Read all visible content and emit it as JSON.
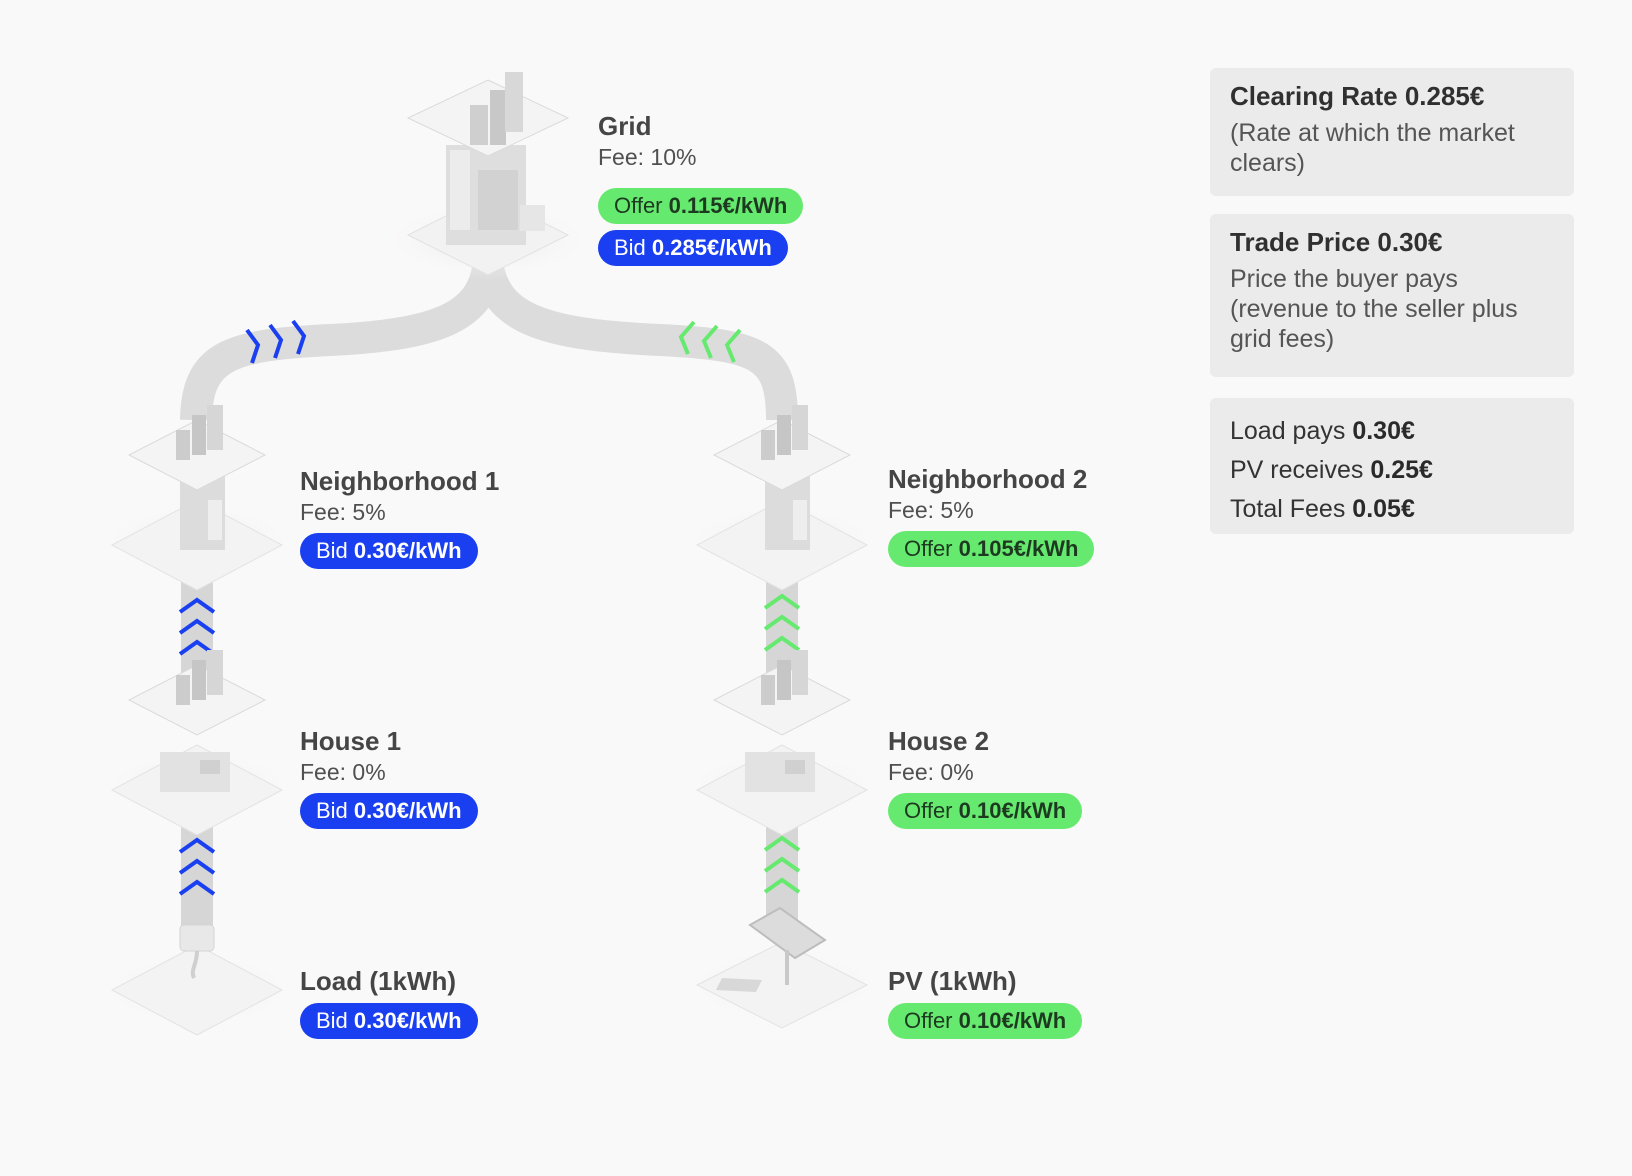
{
  "colors": {
    "offer": "#66e96f",
    "bid": "#1a3ff0",
    "background": "#faf9f9",
    "card": "#ebebec",
    "connector": "#dcdcdc"
  },
  "nodes": {
    "grid": {
      "title": "Grid",
      "fee": "Fee: 10%",
      "offer_label": "Offer",
      "offer_value": "0.115€/kWh",
      "bid_label": "Bid",
      "bid_value": "0.285€/kWh",
      "icon": "city-block-icon"
    },
    "neighborhood1": {
      "title": "Neighborhood 1",
      "fee": "Fee: 5%",
      "bid_label": "Bid",
      "bid_value": "0.30€/kWh",
      "icon": "neighborhood-icon"
    },
    "neighborhood2": {
      "title": "Neighborhood 2",
      "fee": "Fee: 5%",
      "offer_label": "Offer",
      "offer_value": "0.105€/kWh",
      "icon": "neighborhood-icon"
    },
    "house1": {
      "title": "House 1",
      "fee": "Fee: 0%",
      "bid_label": "Bid",
      "bid_value": "0.30€/kWh",
      "icon": "house-icon"
    },
    "house2": {
      "title": "House 2",
      "fee": "Fee: 0%",
      "offer_label": "Offer",
      "offer_value": "0.10€/kWh",
      "icon": "house-icon"
    },
    "load": {
      "title": "Load (1kWh)",
      "bid_label": "Bid",
      "bid_value": "0.30€/kWh",
      "icon": "plug-icon"
    },
    "pv": {
      "title": "PV (1kWh)",
      "offer_label": "Offer",
      "offer_value": "0.10€/kWh",
      "icon": "solar-panel-icon"
    }
  },
  "info": {
    "clearing": {
      "title": "Clearing Rate 0.285€",
      "body": "(Rate at which the market clears)"
    },
    "trade": {
      "title": "Trade Price 0.30€",
      "body": "Price the buyer pays (revenue to the seller plus grid fees)"
    },
    "summary": {
      "load_label": "Load pays",
      "load_value": "0.30€",
      "pv_label": "PV receives",
      "pv_value": "0.25€",
      "fees_label": "Total Fees",
      "fees_value": "0.05€"
    }
  }
}
